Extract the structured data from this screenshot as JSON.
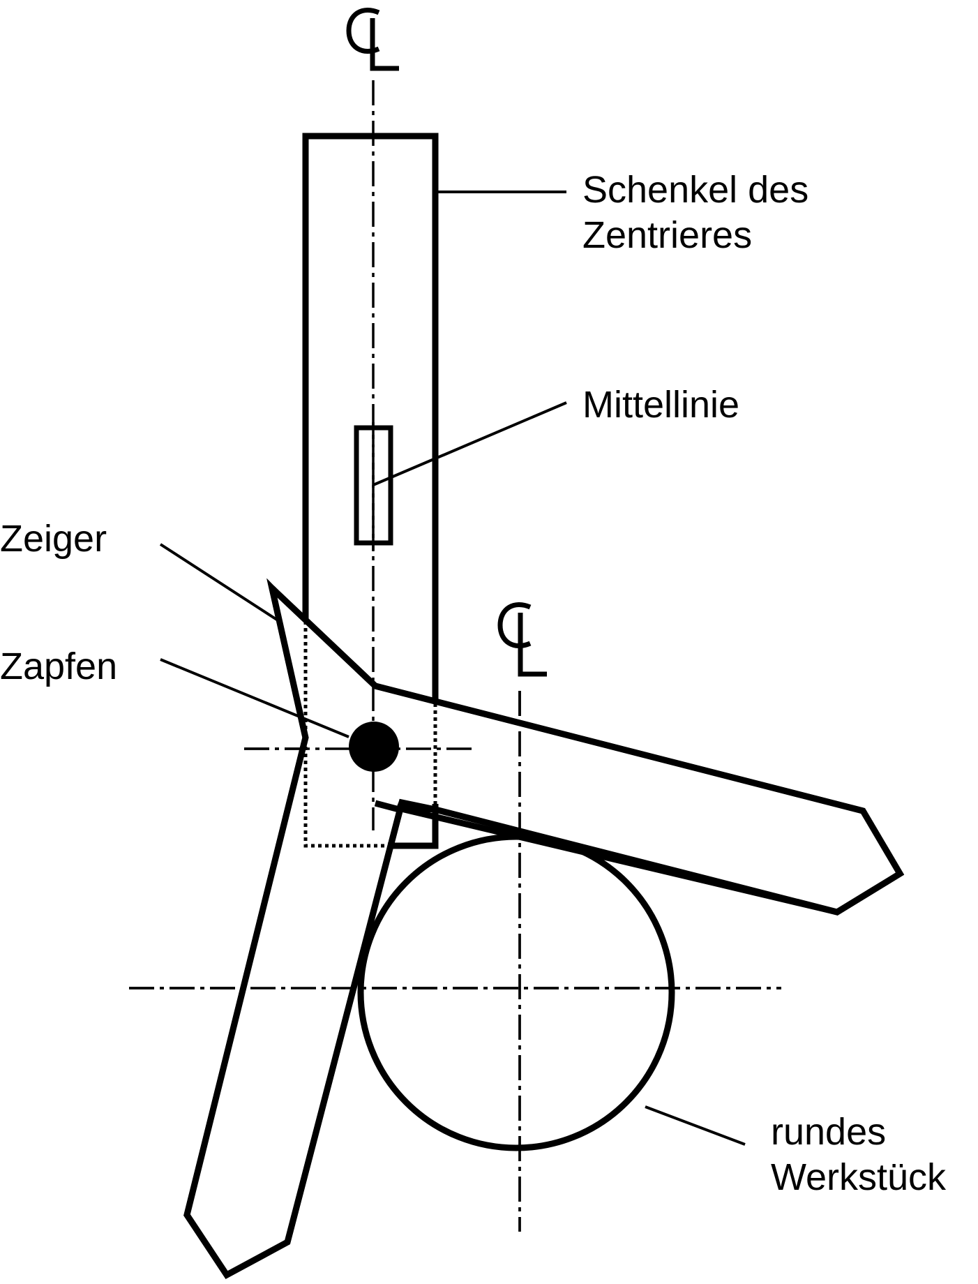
{
  "diagram": {
    "centerline_symbol_top": "CL",
    "centerline_symbol_right": "CL",
    "labels": {
      "schenkel_line1": "Schenkel des",
      "schenkel_line2": "Zentrieres",
      "mittellinie": "Mittellinie",
      "zeiger": "Zeiger",
      "zapfen": "Zapfen",
      "werkstueck_line1": "rundes",
      "werkstueck_line2": "Werkstück"
    },
    "colors": {
      "stroke": "#000000",
      "background": "#ffffff"
    }
  }
}
